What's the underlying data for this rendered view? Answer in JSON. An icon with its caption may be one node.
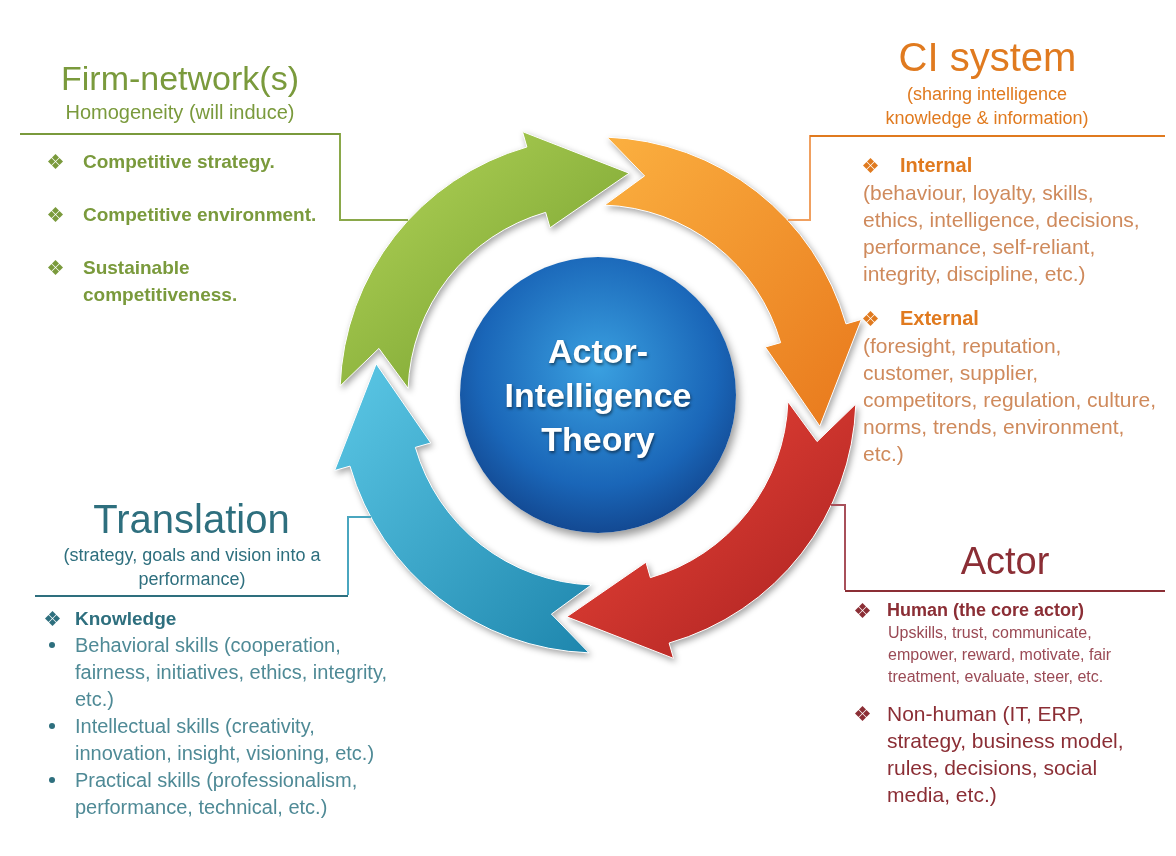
{
  "diagram": {
    "nodes": [
      {
        "text": [
          "Actor-Intelligence Theory"
        ]
      },
      {
        "text": [],
        "shape": "arrow"
      },
      {
        "text": [],
        "shape": "arrow"
      },
      {
        "text": [],
        "shape": "arrow"
      },
      {
        "text": [],
        "shape": "arrow"
      },
      {
        "text": [
          "Firm-network(s)",
          "Homogeneity (will induce)",
          "Competitive strategy.",
          "Competitive environment.",
          "Sustainable competitiveness."
        ]
      },
      {
        "text": [
          "CI system",
          "(sharing intelligence knowledge & information)",
          "Internal",
          "(behaviour, loyalty, skills, ethics, intelligence, decisions, performance, self-reliant, integrity, discipline, etc.)",
          "External",
          "(foresight, reputation, customer, supplier, competitors, regulation, culture, norms, trends, environment, etc.)"
        ]
      },
      {
        "text": [
          "Translation",
          "(strategy, goals and vision into a performance)",
          "Knowledge",
          "Behavioral skills (cooperation, fairness, initiatives, ethics, integrity, etc.)",
          "Intellectual skills (creativity, innovation, insight, visioning, etc.)",
          "Practical skills (professionalism, performance, technical, etc.)"
        ]
      },
      {
        "text": [
          "Actor",
          "Human (the core actor)",
          "Upskills, trust, communicate, empower, reward, motivate, fair treatment, evaluate, steer, etc.",
          "Non-human (IT, ERP, strategy, business model, rules, decisions, social media, etc.)"
        ]
      }
    ],
    "edges": [
      {
        "from": 5,
        "to": 1,
        "arrow": "none",
        "color": "#8aa84a"
      },
      {
        "from": 6,
        "to": 2,
        "arrow": "none",
        "color": "#f0a060"
      },
      {
        "from": 8,
        "to": 3,
        "arrow": "none",
        "color": "#a8505a"
      },
      {
        "from": 7,
        "to": 4,
        "arrow": "none",
        "color": "#4aa6bf"
      }
    ]
  }
}
